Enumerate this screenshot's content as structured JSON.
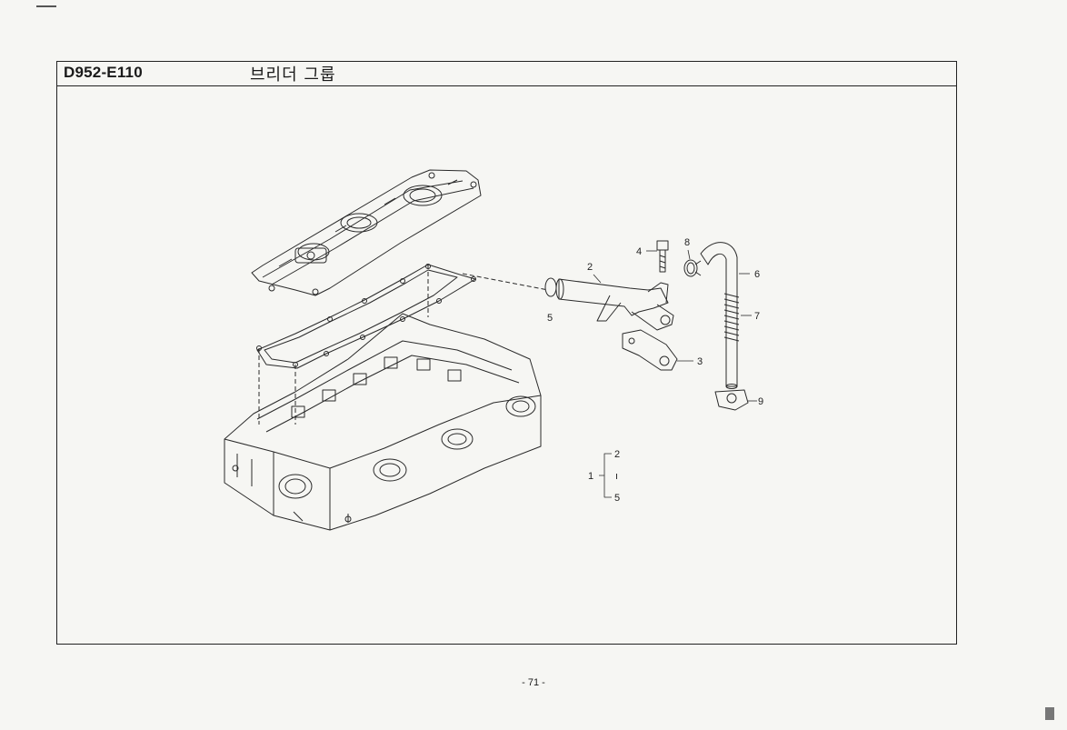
{
  "header": {
    "code": "D952-E110",
    "title": "브리더 그룹"
  },
  "callouts": {
    "c2": "2",
    "c4": "4",
    "c8": "8",
    "c6": "6",
    "c7": "7",
    "c5": "5",
    "c3": "3",
    "c9": "9"
  },
  "assembly": {
    "parent": "1",
    "top": "2",
    "mid": "ı",
    "bottom": "5"
  },
  "footer": {
    "page_number": "- 71 -"
  }
}
